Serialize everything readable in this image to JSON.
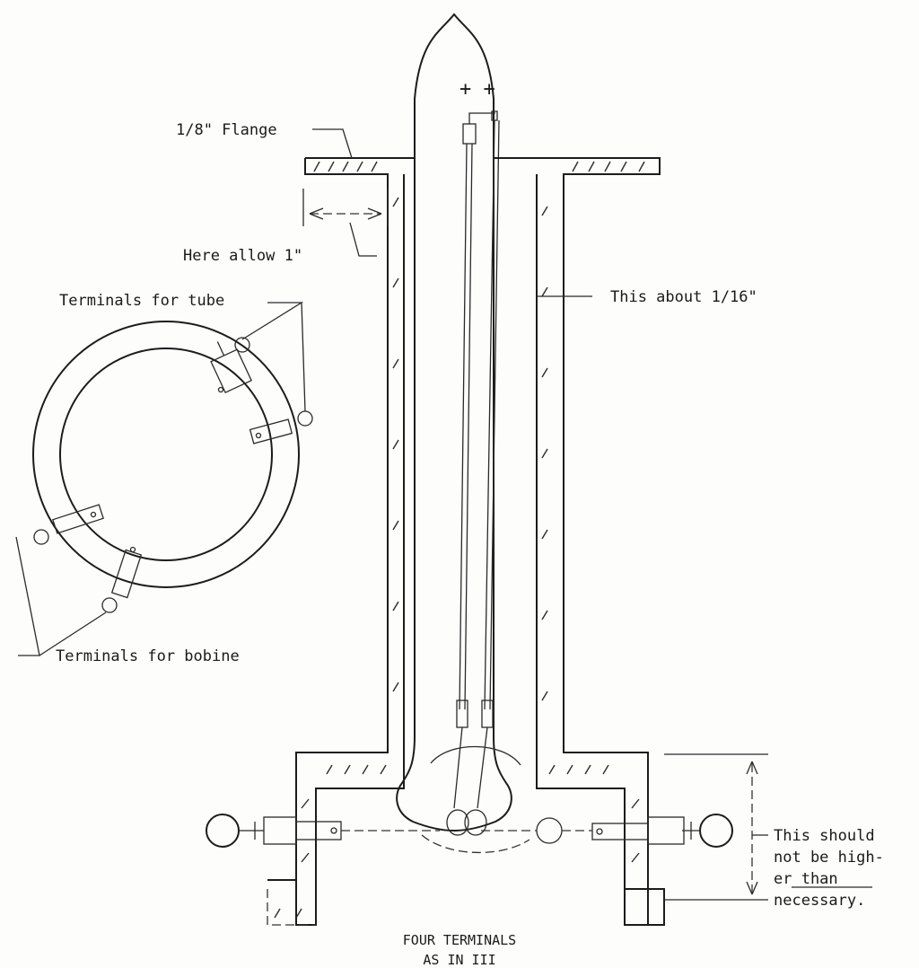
{
  "labels": {
    "plus_signs": "+ +",
    "flange": "1/8\" Flange",
    "allow": "Here allow 1\"",
    "tube_terminals": "Terminals for tube",
    "wall": "This about 1/16\"",
    "bobine_terminals": "Terminals for bobine",
    "height_note_line1": "This should",
    "height_note_line2": "not be high-",
    "height_note_line3": "er than",
    "height_note_line4": "necessary.",
    "caption_line1": "FOUR TERMINALS",
    "caption_line2": "AS IN III"
  },
  "colors": {
    "ink": "#1c1c1c",
    "paper": "#fdfdfb"
  }
}
